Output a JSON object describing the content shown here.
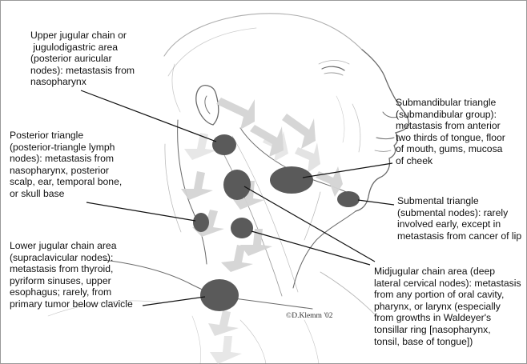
{
  "labels": {
    "upper_jugular": "Upper jugular chain or\n jugulodigastric area\n(posterior auricular\nnodes): metastasis from\nnasopharynx",
    "posterior_triangle": "Posterior triangle\n(posterior-triangle lymph\nnodes): metastasis from\nnasopharynx, posterior\nscalp, ear, temporal bone,\nor skull base",
    "lower_jugular": "Lower jugular chain area\n(supraclavicular nodes):\nmetastasis from thyroid,\npyriform sinuses, upper\nesophagus; rarely, from\nprimary tumor below clavicle",
    "submandibular": "Submandibular triangle\n(submandibular group):\nmetastasis from anterior\ntwo thirds of tongue, floor\nof mouth, gums, mucosa\nof cheek",
    "submental": "Submental triangle\n(submental nodes): rarely\ninvolved early, except in\nmetastasis from cancer of lip",
    "midjugular": "Midjugular chain area (deep\nlateral cervical nodes): metastasis\nfrom any portion of oral cavity,\npharynx, or larynx (especially\nfrom growths in Waldeyer's\ntonsillar ring [nasopharynx,\ntonsil, base of tongue])"
  },
  "signature": "©D.Klemm '02",
  "colors": {
    "node": "#5a5a5a",
    "sketch": "#6a6a6a",
    "arrow": "#d4d4d4",
    "leader": "#111111"
  }
}
